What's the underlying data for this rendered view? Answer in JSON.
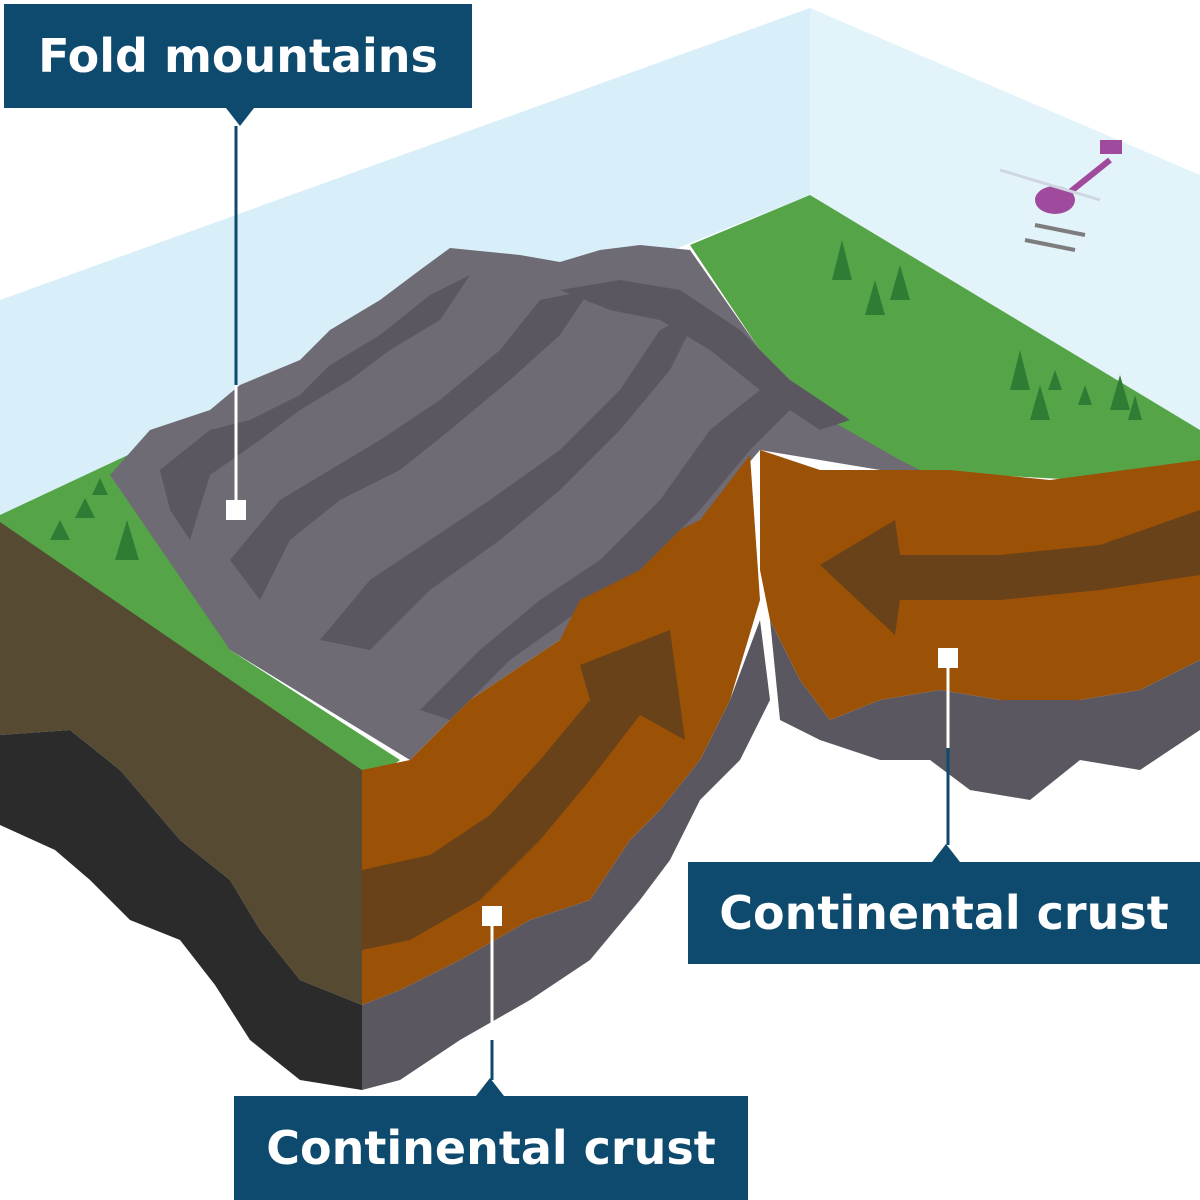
{
  "labels": {
    "fold_mountains": "Fold mountains",
    "continental_crust_right": "Continental crust",
    "continental_crust_left": "Continental crust"
  },
  "colors": {
    "sky": "#d8eff9",
    "grass": "#55a548",
    "mountain": "#6f6b74",
    "mountain_dark": "#5a5760",
    "crust": "#9b5106",
    "crust_arrow": "#6a4219",
    "soil": "#574a33",
    "bedrock": "#2b2b2b",
    "label_bg": "#0e4a6e"
  },
  "icons": {
    "helicopter": "helicopter-icon",
    "tree": "tree-icon"
  }
}
